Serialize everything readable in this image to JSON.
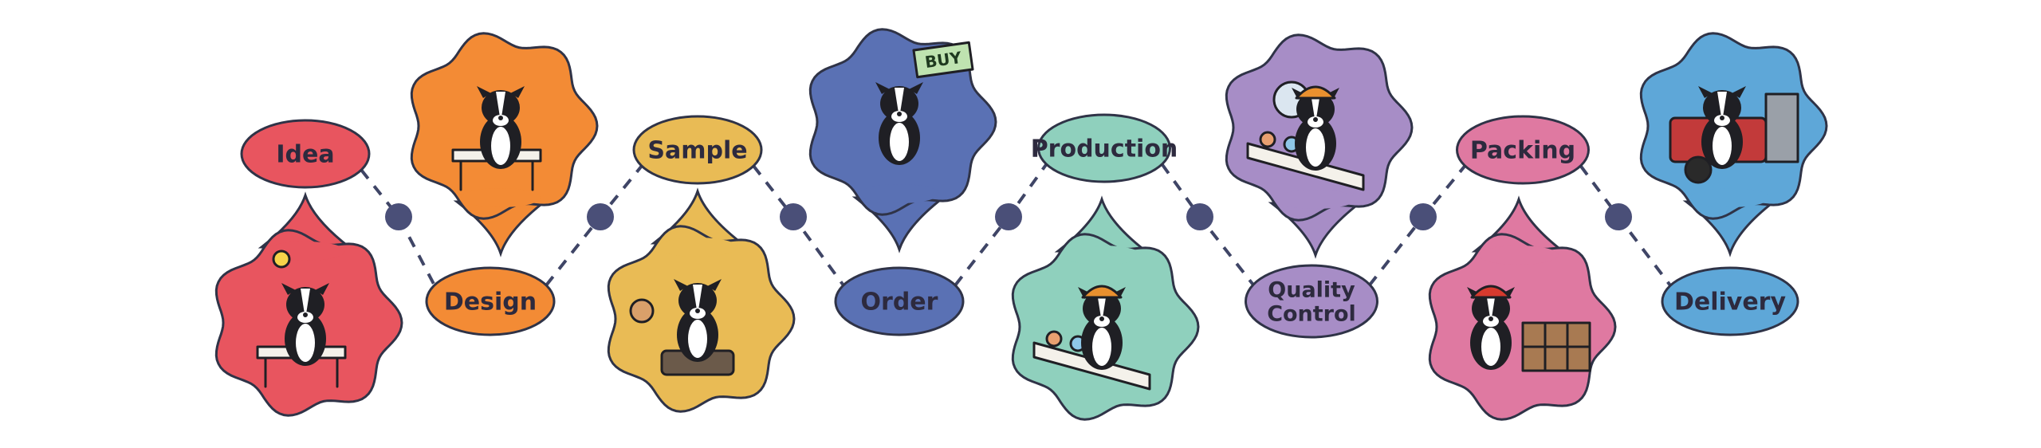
{
  "process": {
    "steps": [
      {
        "label": "Idea",
        "color": "#e8555f",
        "illustration": "dog-thinking-at-desk-icon"
      },
      {
        "label": "Design",
        "color": "#f38b35",
        "illustration": "dog-drawing-at-desk-icon"
      },
      {
        "label": "Sample",
        "color": "#e9bb55",
        "illustration": "dog-sewing-sample-icon"
      },
      {
        "label": "Order",
        "color": "#5a71b4",
        "illustration": "dog-holding-buy-sign-icon"
      },
      {
        "label": "Production",
        "color": "#8fd0bd",
        "illustration": "dog-on-production-line-icon"
      },
      {
        "label": "Quality\nControl",
        "color": "#a78dc6",
        "illustration": "dog-inspecting-with-magnifier-icon"
      },
      {
        "label": "Packing",
        "color": "#df79a1",
        "illustration": "dog-packing-boxes-icon"
      },
      {
        "label": "Delivery",
        "color": "#5ea7d8",
        "illustration": "dog-driving-truck-icon"
      }
    ],
    "sign_text": "BUY",
    "connector_color": "#3f4566",
    "dot_color": "#4a4f78"
  }
}
